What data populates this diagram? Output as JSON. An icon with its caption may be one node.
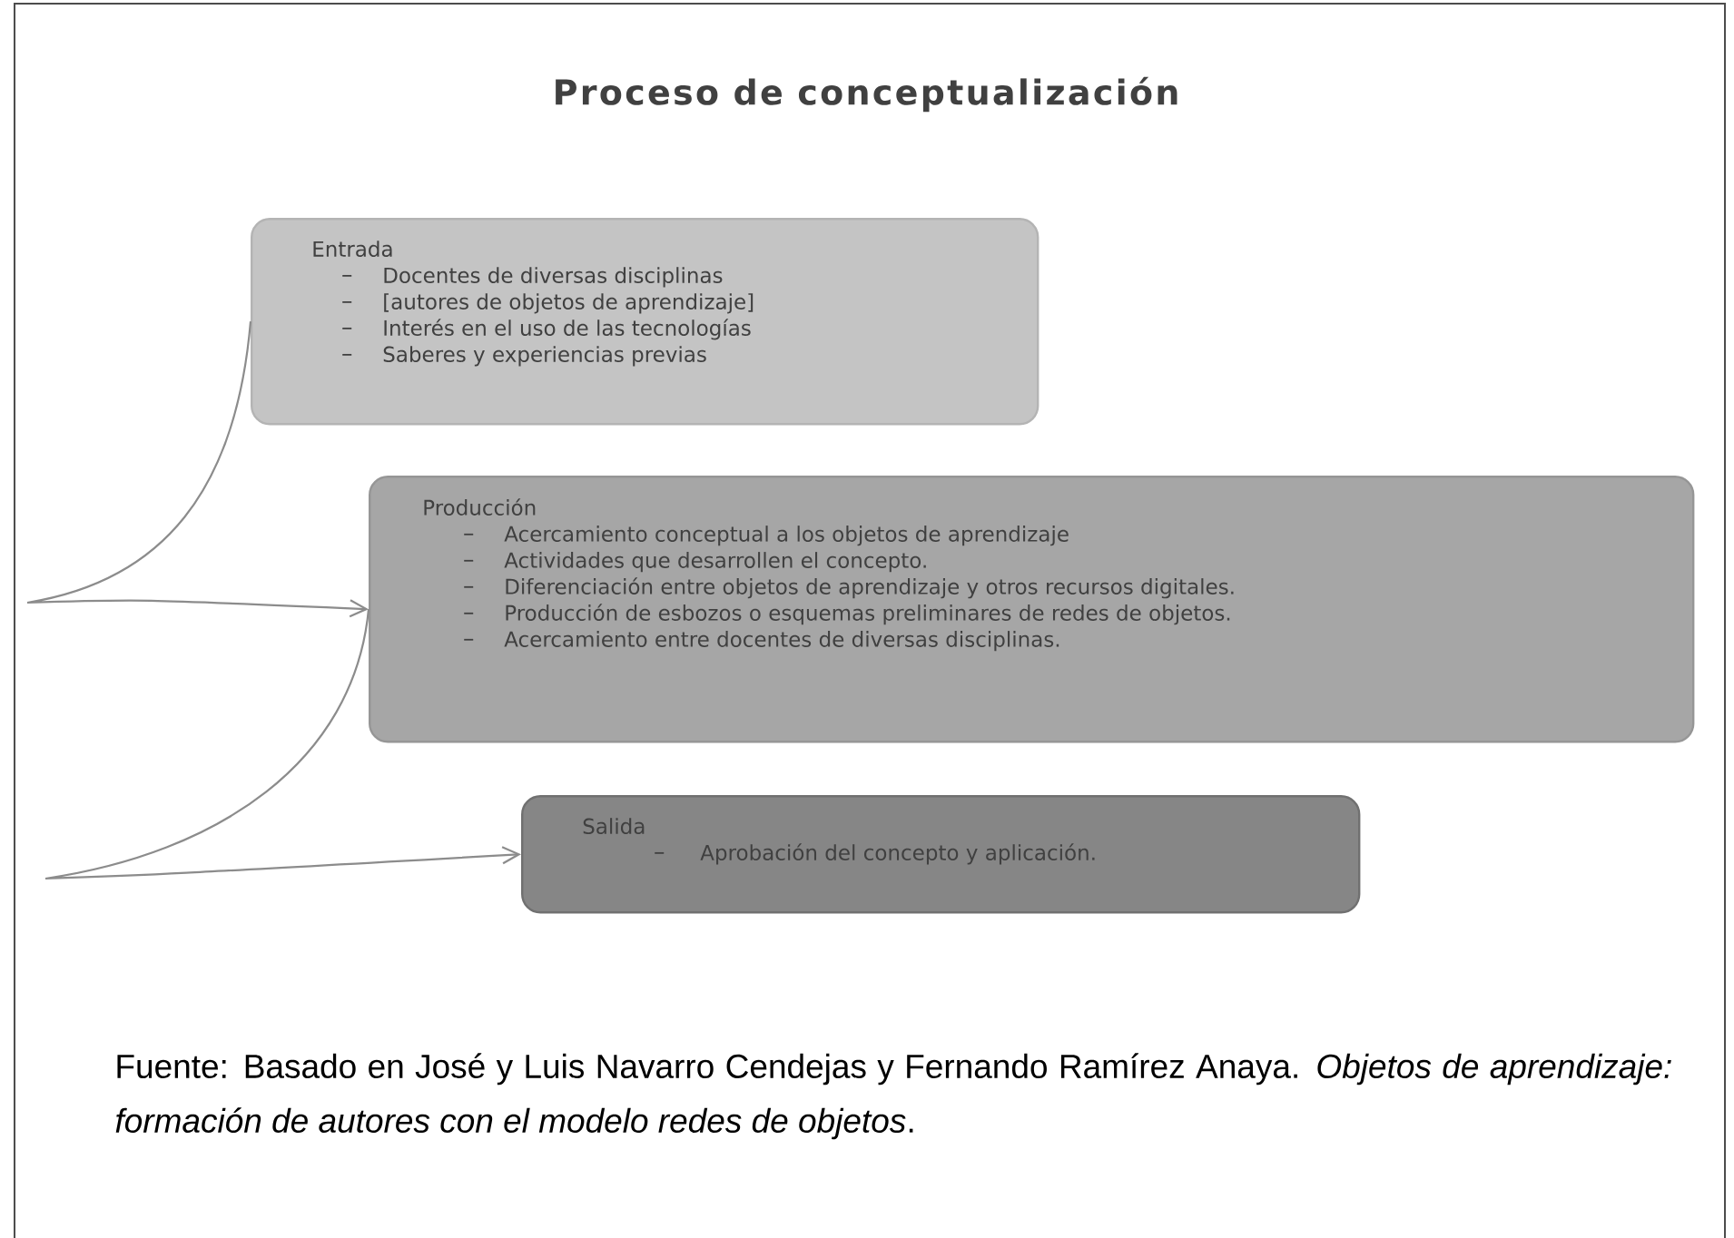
{
  "diagram": {
    "title": "Proceso de conceptualización",
    "nodes": [
      {
        "text": [
          "Entrada",
          "Docentes de diversas disciplinas",
          "[autores de objetos de aprendizaje]",
          "Interés en el uso de las tecnologías",
          "Saberes y experiencias previas"
        ]
      },
      {
        "text": [
          "Producción",
          "Acercamiento conceptual a los objetos de aprendizaje",
          "Actividades que desarrollen el concepto.",
          "Diferenciación entre objetos de aprendizaje y otros recursos digitales.",
          "Producción de esbozos o esquemas preliminares de redes de objetos.",
          "Acercamiento entre docentes de diversas disciplinas."
        ]
      },
      {
        "text": [
          "Salida",
          "Aprobación del concepto y aplicación."
        ]
      }
    ],
    "edges": [
      {
        "from": 0,
        "to": 1,
        "arrow": "to"
      },
      {
        "from": 1,
        "to": 2,
        "arrow": "to"
      }
    ],
    "caption": "Fuente: Basado en José y Luis Navarro Cendejas y Fernando Ramírez Anaya. *Objetos de aprendizaje: formación de autores con el modelo redes de objetos*."
  }
}
